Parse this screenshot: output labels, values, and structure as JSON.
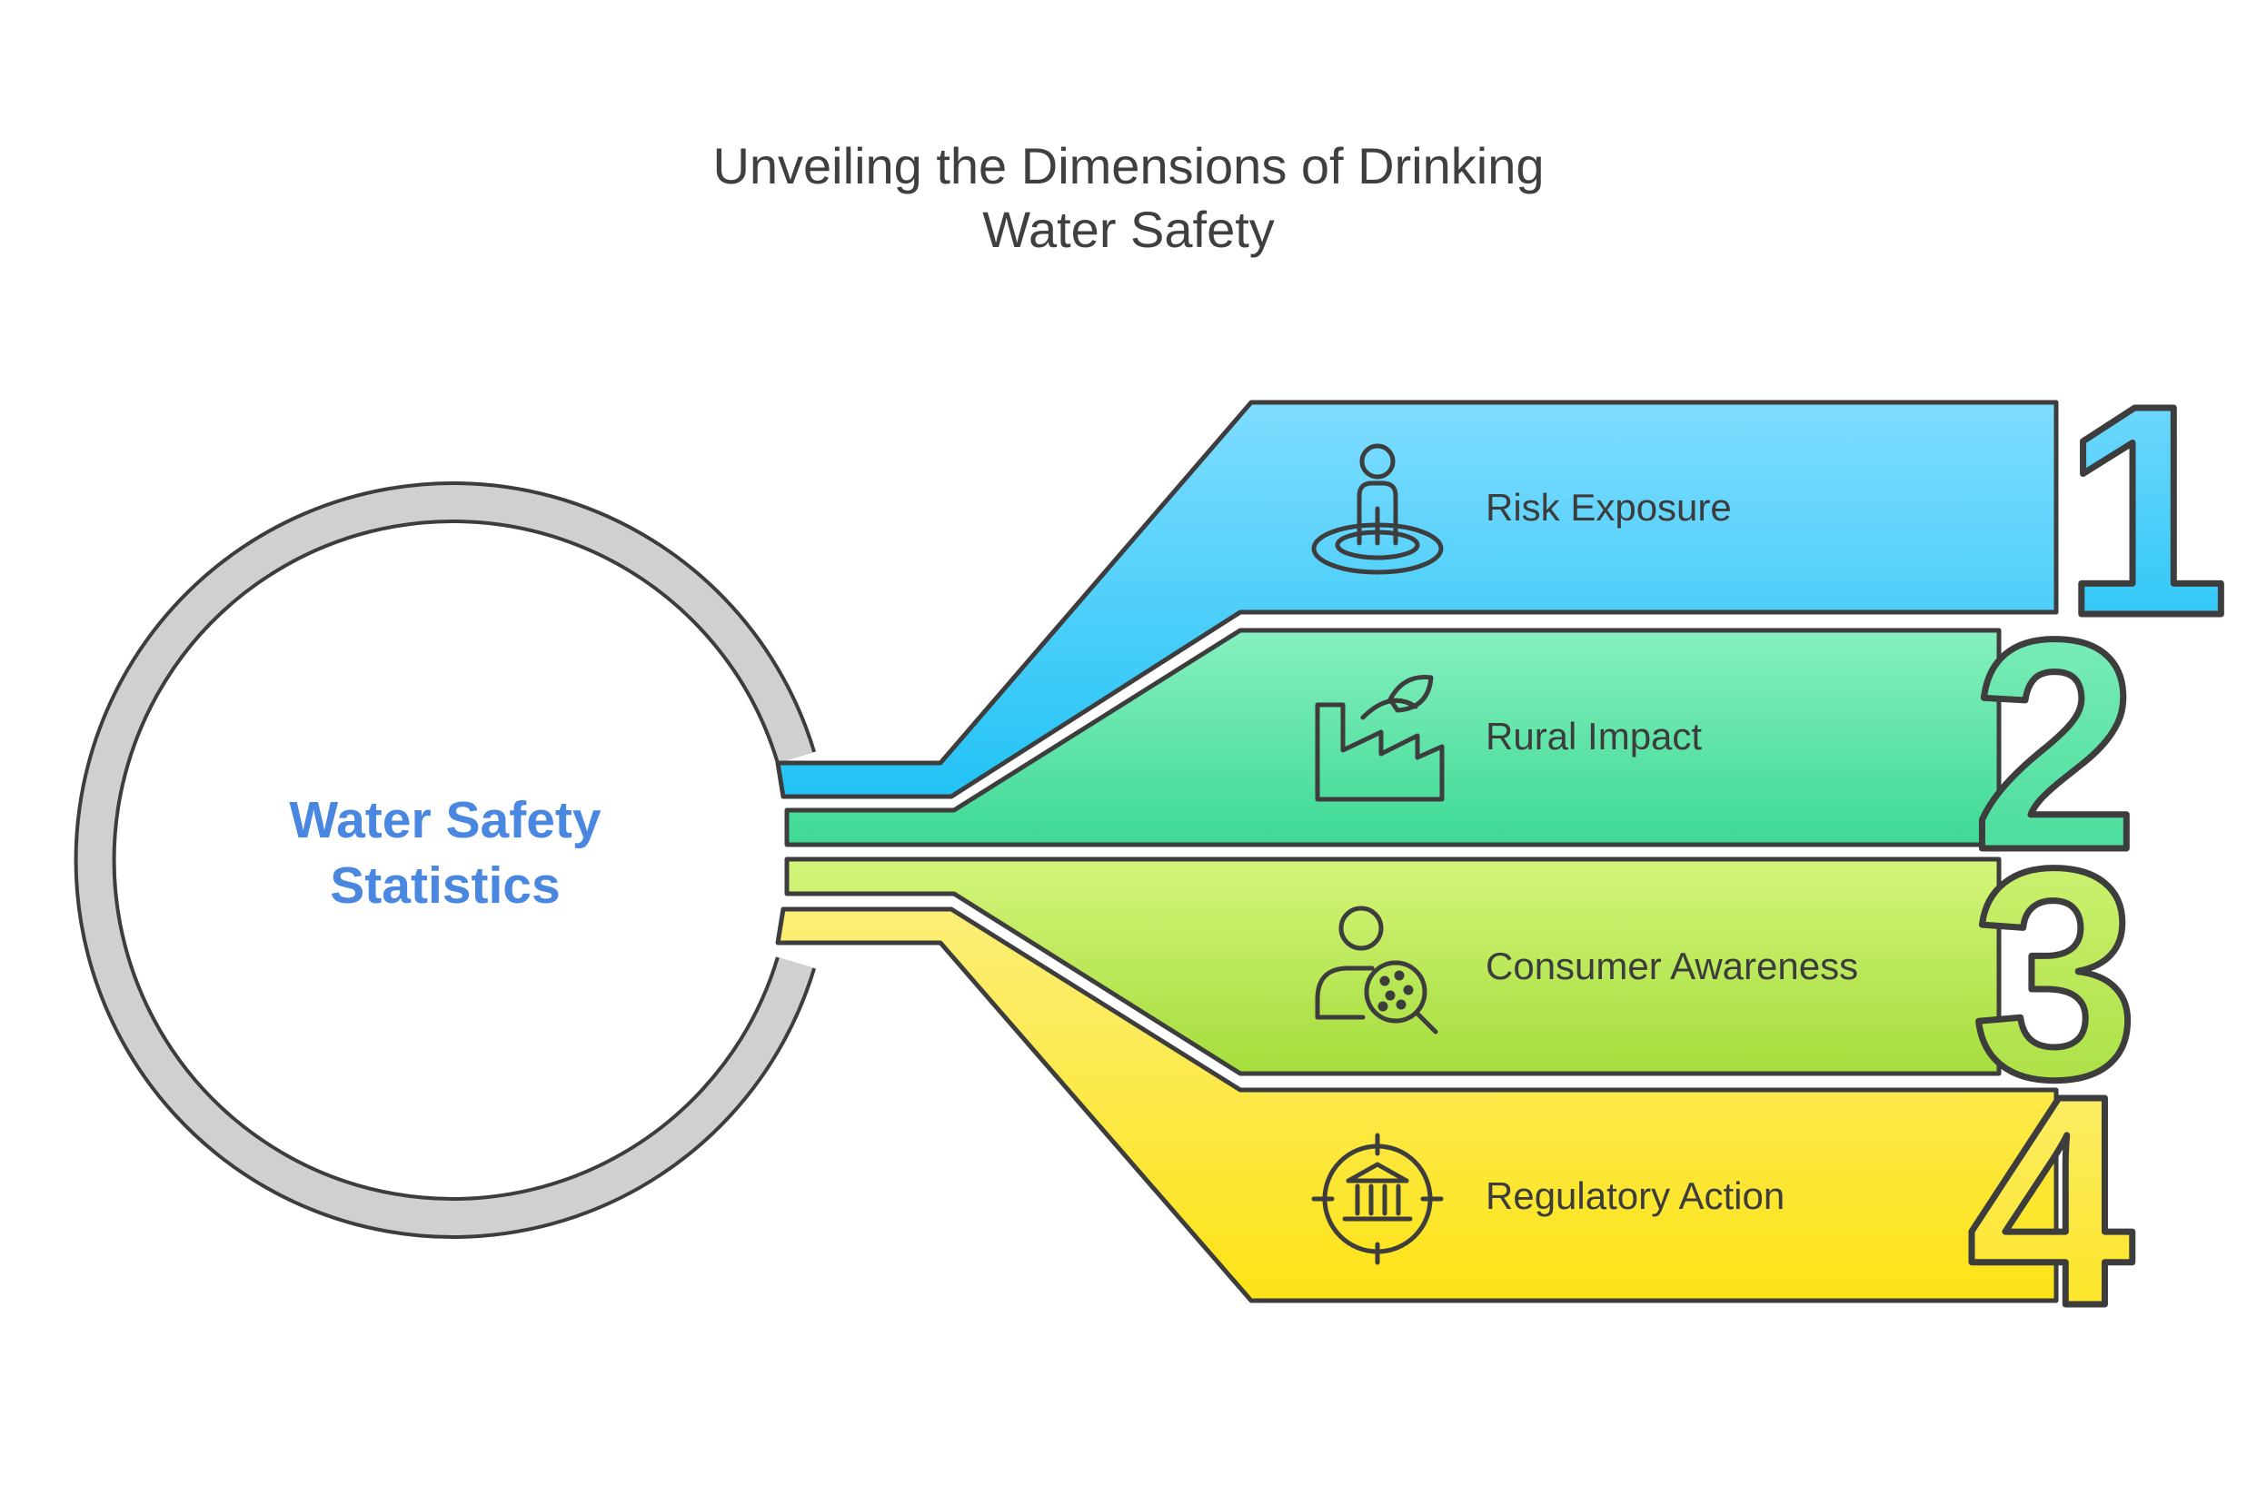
{
  "title": {
    "line1": "Unveiling the Dimensions of Drinking",
    "line2": "Water Safety"
  },
  "center": {
    "line1": "Water Safety",
    "line2": "Statistics"
  },
  "items": [
    {
      "number": "1",
      "label": "Risk Exposure",
      "icon": "person-in-target-icon",
      "color_top": "#7fdcff",
      "color_bottom": "#22c3f5"
    },
    {
      "number": "2",
      "label": "Rural Impact",
      "icon": "factory-leaf-icon",
      "color_top": "#86f0be",
      "color_bottom": "#3ed994"
    },
    {
      "number": "3",
      "label": "Consumer Awareness",
      "icon": "person-magnifier-icon",
      "color_top": "#d4f57a",
      "color_bottom": "#a4dd3c"
    },
    {
      "number": "4",
      "label": "Regulatory Action",
      "icon": "bank-target-icon",
      "color_top": "#fbee77",
      "color_bottom": "#fde316"
    }
  ],
  "colors": {
    "ring": "#d0d0d0",
    "outline": "#3d3d3d",
    "center_text": "#4a87e0"
  }
}
